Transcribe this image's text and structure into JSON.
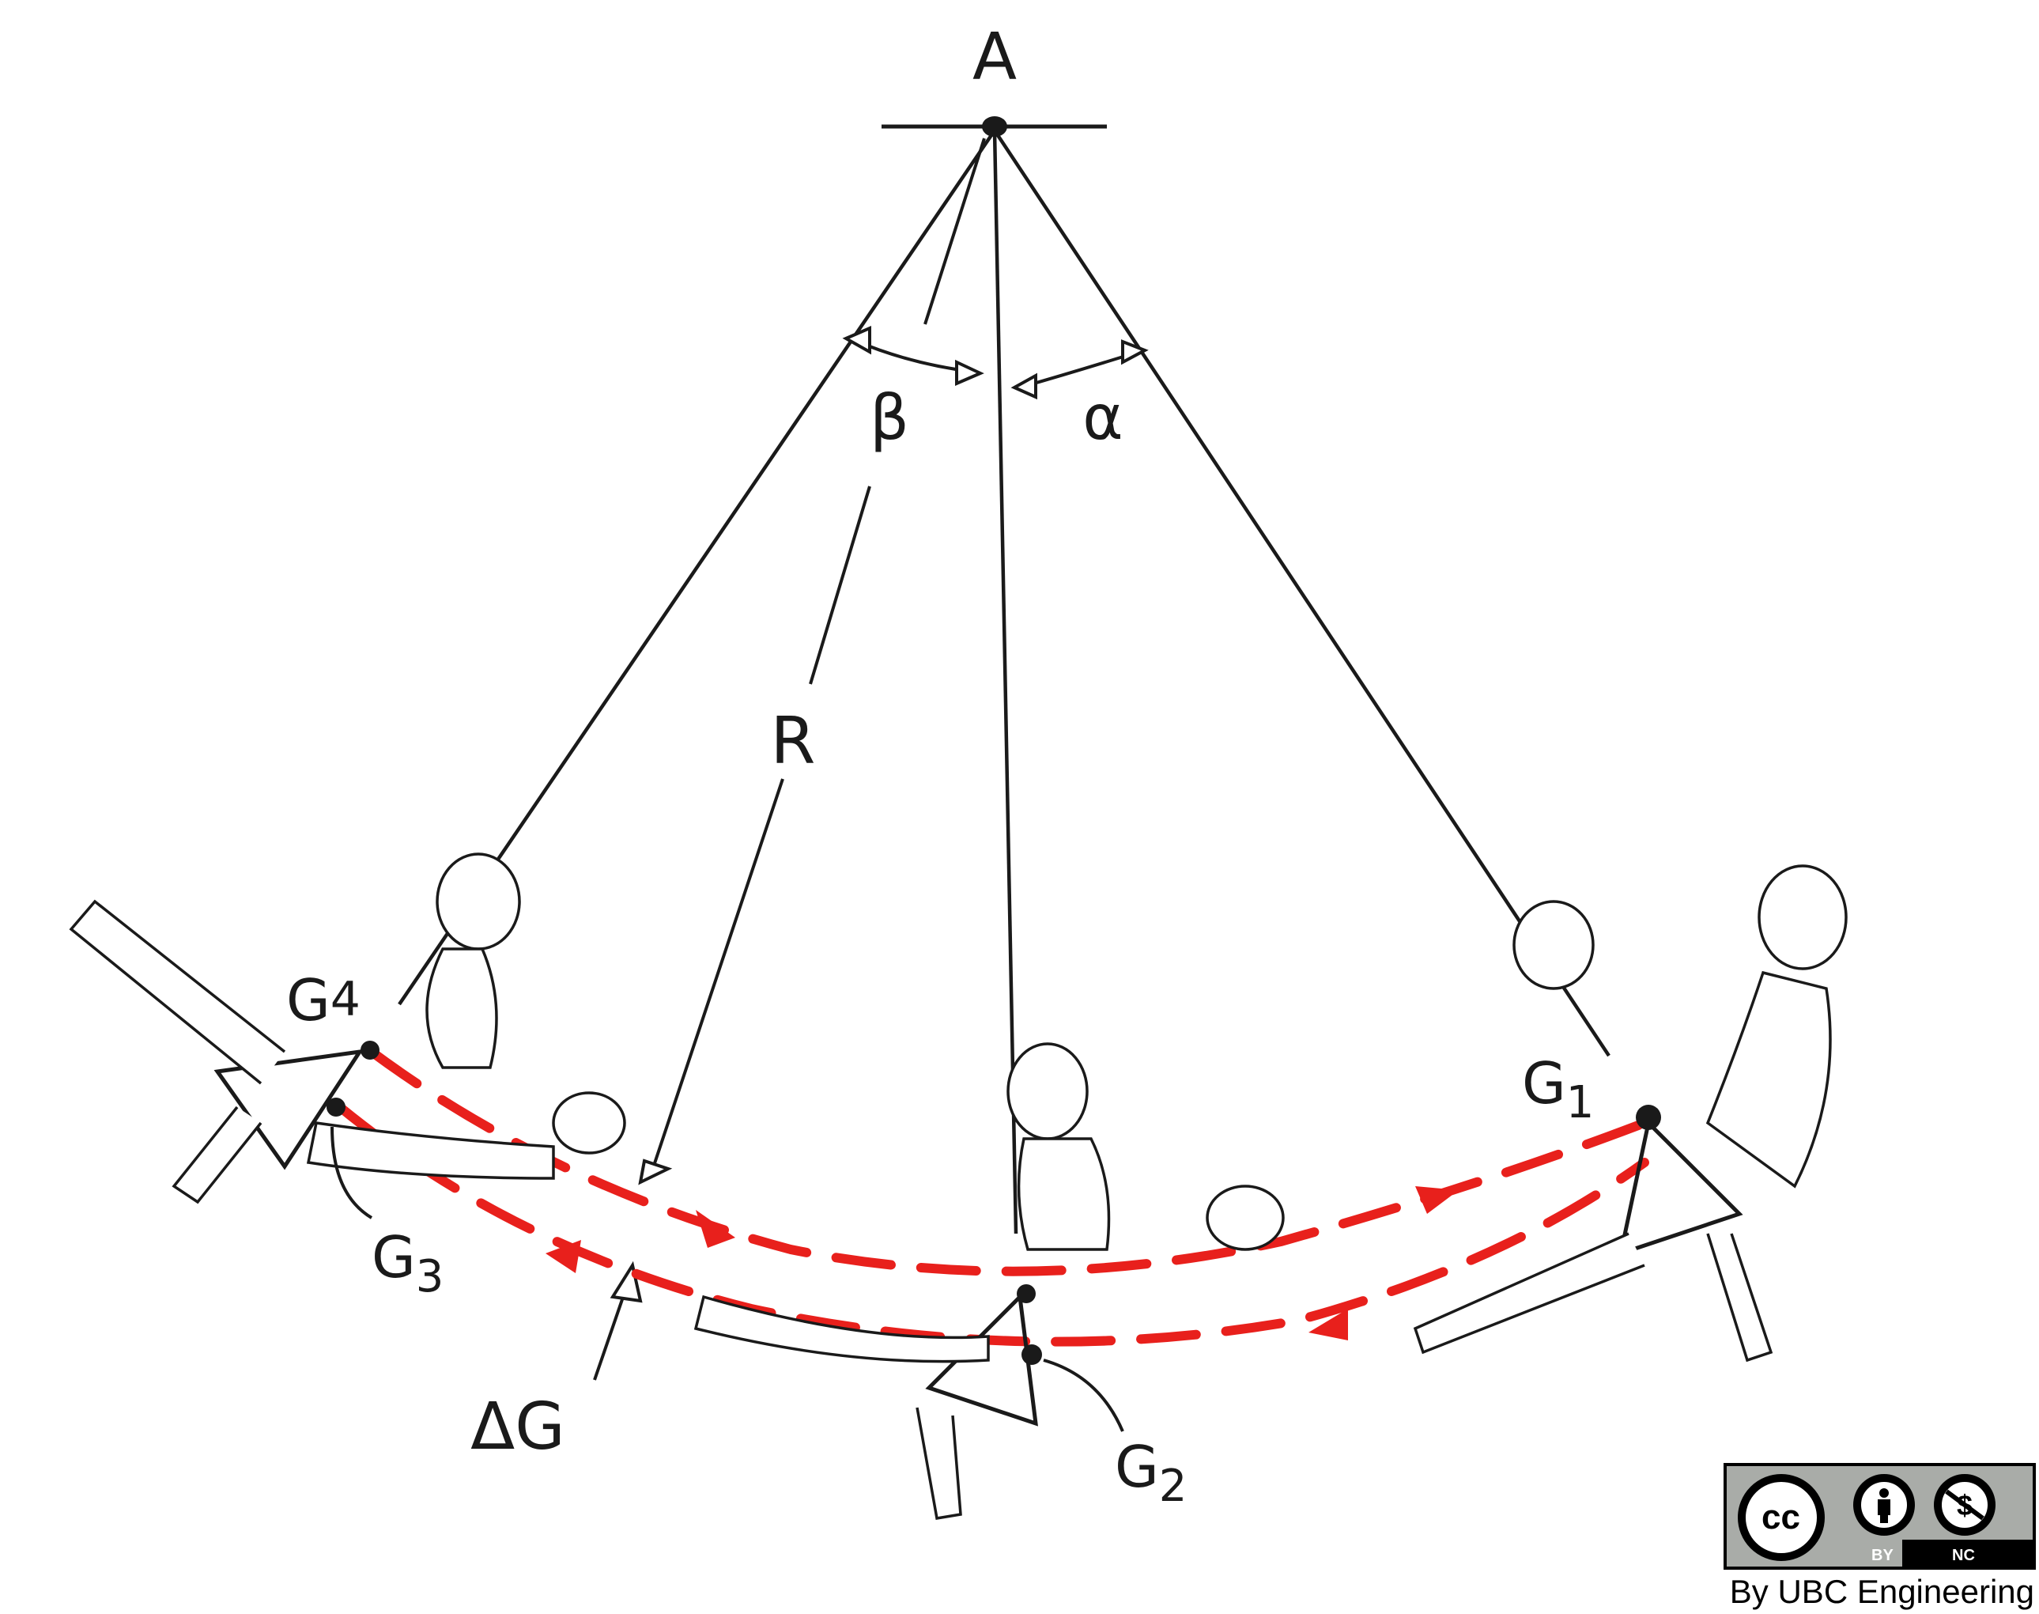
{
  "labels": {
    "pivot": "A",
    "angle_beta": "β",
    "angle_alpha": "α",
    "radius": "R",
    "delta_g": "ΔG",
    "g1": "G",
    "g1_sub": "1",
    "g2": "G",
    "g2_sub": "2",
    "g3": "G",
    "g3_sub": "3",
    "g4": "G",
    "g4_sub": "4"
  },
  "license": {
    "cc": "cc",
    "by": "BY",
    "nc": "NC",
    "credit": "By UBC Engineering"
  },
  "colors": {
    "ink": "#1a1a1a",
    "trajectory": "#e8201c",
    "license_grey": "#a9aca8"
  },
  "icons": [
    "cc-icon",
    "person-icon",
    "no-dollar-icon"
  ]
}
